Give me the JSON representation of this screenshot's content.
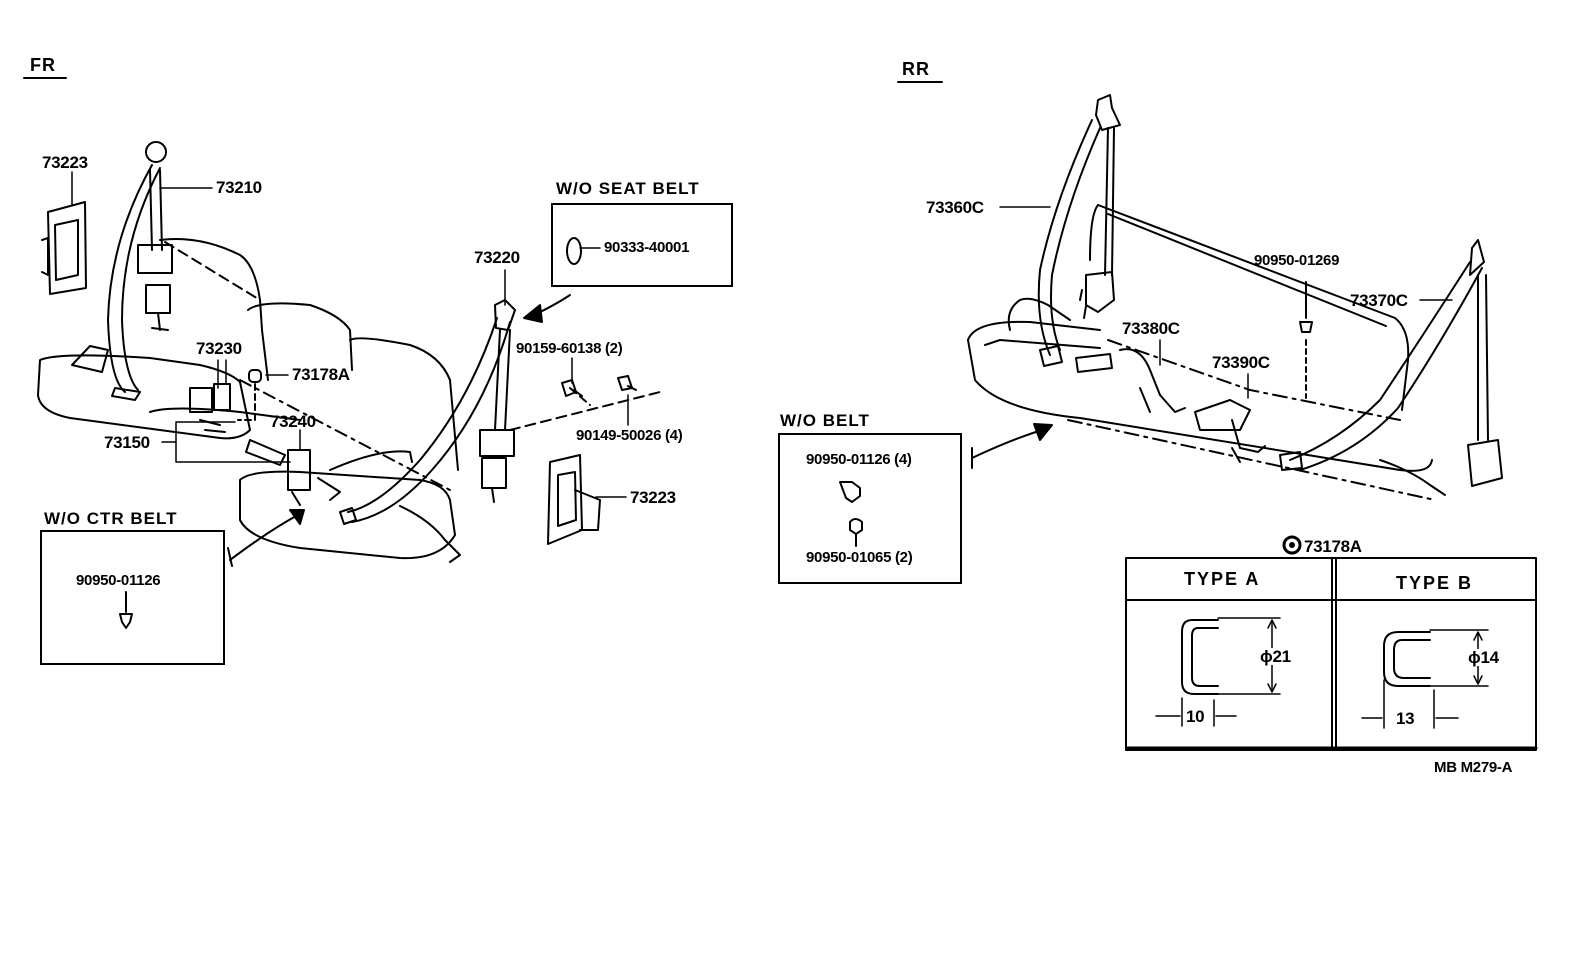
{
  "sections": {
    "front": "FR",
    "rear": "RR"
  },
  "boxes": {
    "wo_seat_belt": {
      "title": "W/O SEAT  BELT",
      "part": "90333-40001"
    },
    "wo_ctr_belt": {
      "title": "W/O CTR  BELT",
      "part": "90950-01126"
    },
    "wo_belt": {
      "title": "W/O BELT",
      "part_top": "90950-01126 (4)",
      "part_bottom": "90950-01065 (2)"
    }
  },
  "front_labels": {
    "p73223_left": "73223",
    "p73210": "73210",
    "p73230": "73230",
    "p73178A": "73178A",
    "p73240": "73240",
    "p73150": "73150",
    "p73220": "73220",
    "p90159": "90159-60138 (2)",
    "p90149": "90149-50026 (4)",
    "p73223_right": "73223"
  },
  "rear_labels": {
    "p73360C": "73360C",
    "p90950_01269": "90950-01269",
    "p73370C": "73370C",
    "p73380C": "73380C",
    "p73390C": "73390C"
  },
  "detail_table": {
    "title": "73178A",
    "type_a": "TYPE  A",
    "type_b": "TYPE  B",
    "dim_a_diam": "ϕ21",
    "dim_a_width": "10",
    "dim_b_diam": "ϕ14",
    "dim_b_width": "13"
  },
  "footer_code": "MB  M279-A"
}
